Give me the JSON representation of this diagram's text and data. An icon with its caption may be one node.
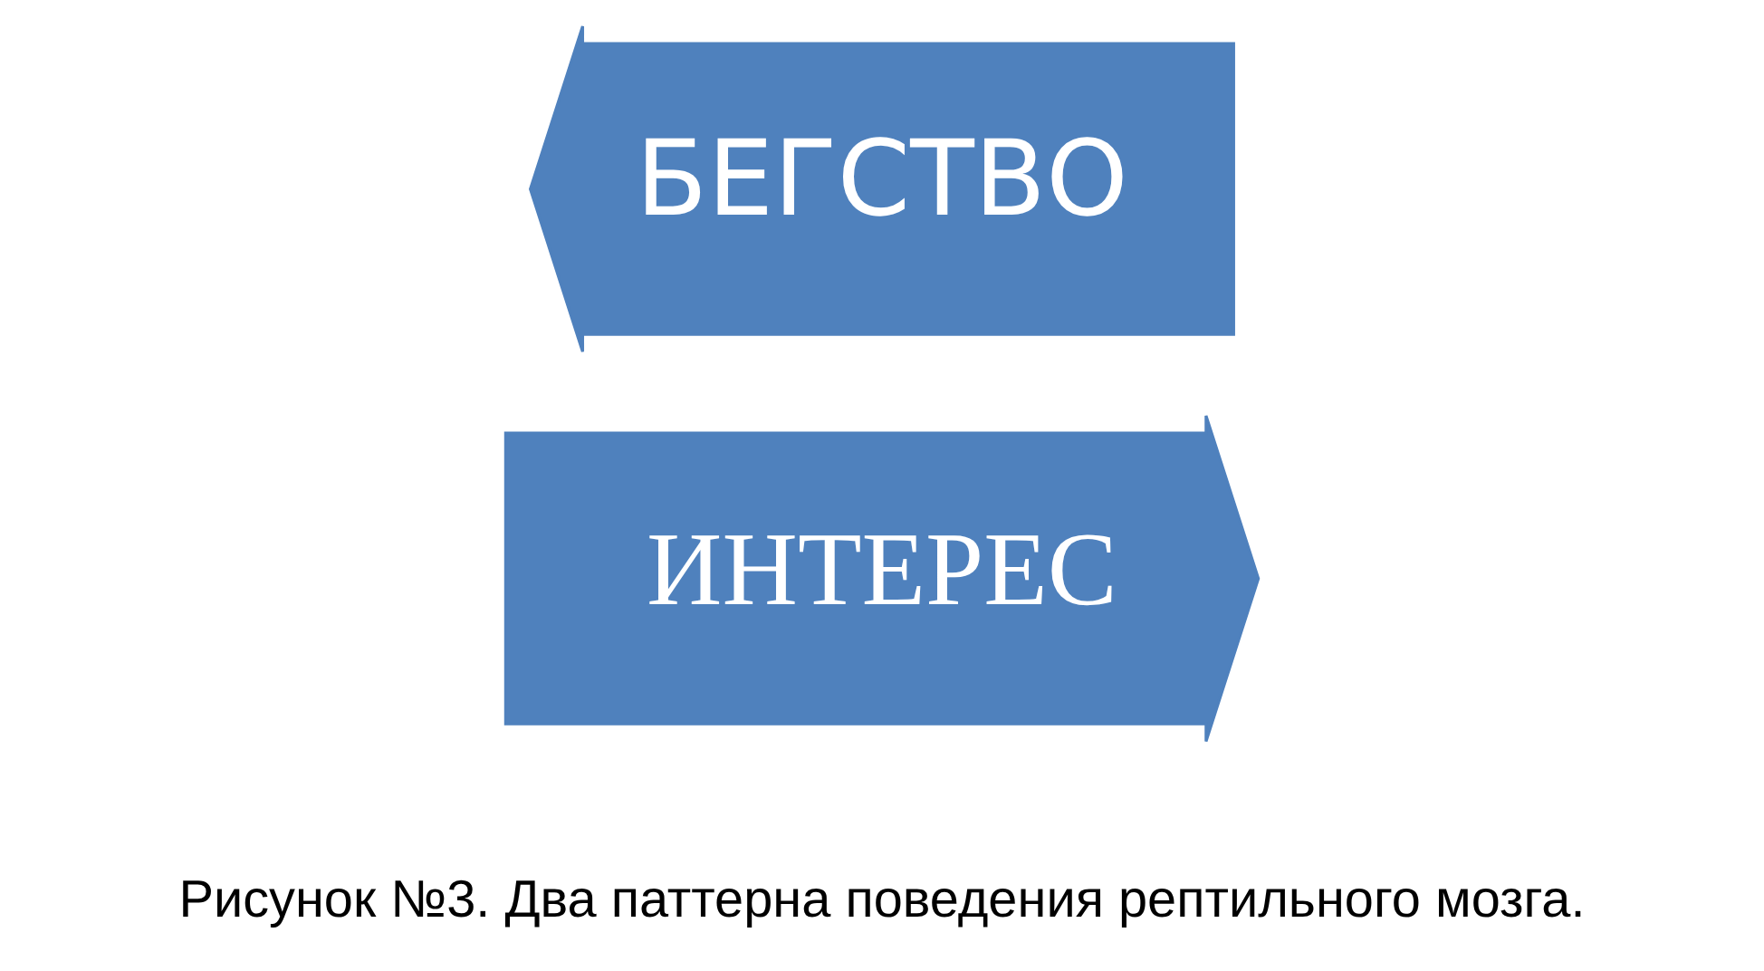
{
  "diagram": {
    "caption": "Рисунок №3. Два паттерна поведения рептильного мозга.",
    "nodes": [
      {
        "text": [
          "БЕГСТВО"
        ]
      },
      {
        "text": [
          "ИНТЕРЕС"
        ]
      }
    ]
  }
}
